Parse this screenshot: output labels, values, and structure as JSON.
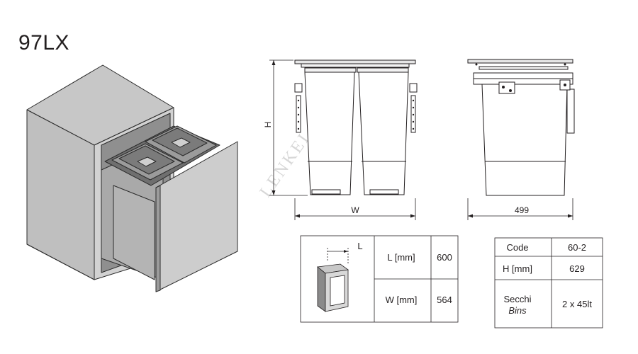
{
  "product": {
    "model": "97LX",
    "watermark": "LENKEI"
  },
  "front_view": {
    "height_label": "H",
    "width_label": "W"
  },
  "side_view": {
    "depth_label": "499"
  },
  "cabinet_table": {
    "corner_label": "L",
    "rows": [
      {
        "label": "L [mm]",
        "value": "600"
      },
      {
        "label": "W [mm]",
        "value": "564"
      }
    ]
  },
  "spec_table": {
    "rows": [
      {
        "label": "Code",
        "value": "60-2"
      },
      {
        "label": "H [mm]",
        "value": "629"
      },
      {
        "label": "Secchi",
        "sublabel": "Bins",
        "value": "2 x 45lt"
      }
    ]
  }
}
